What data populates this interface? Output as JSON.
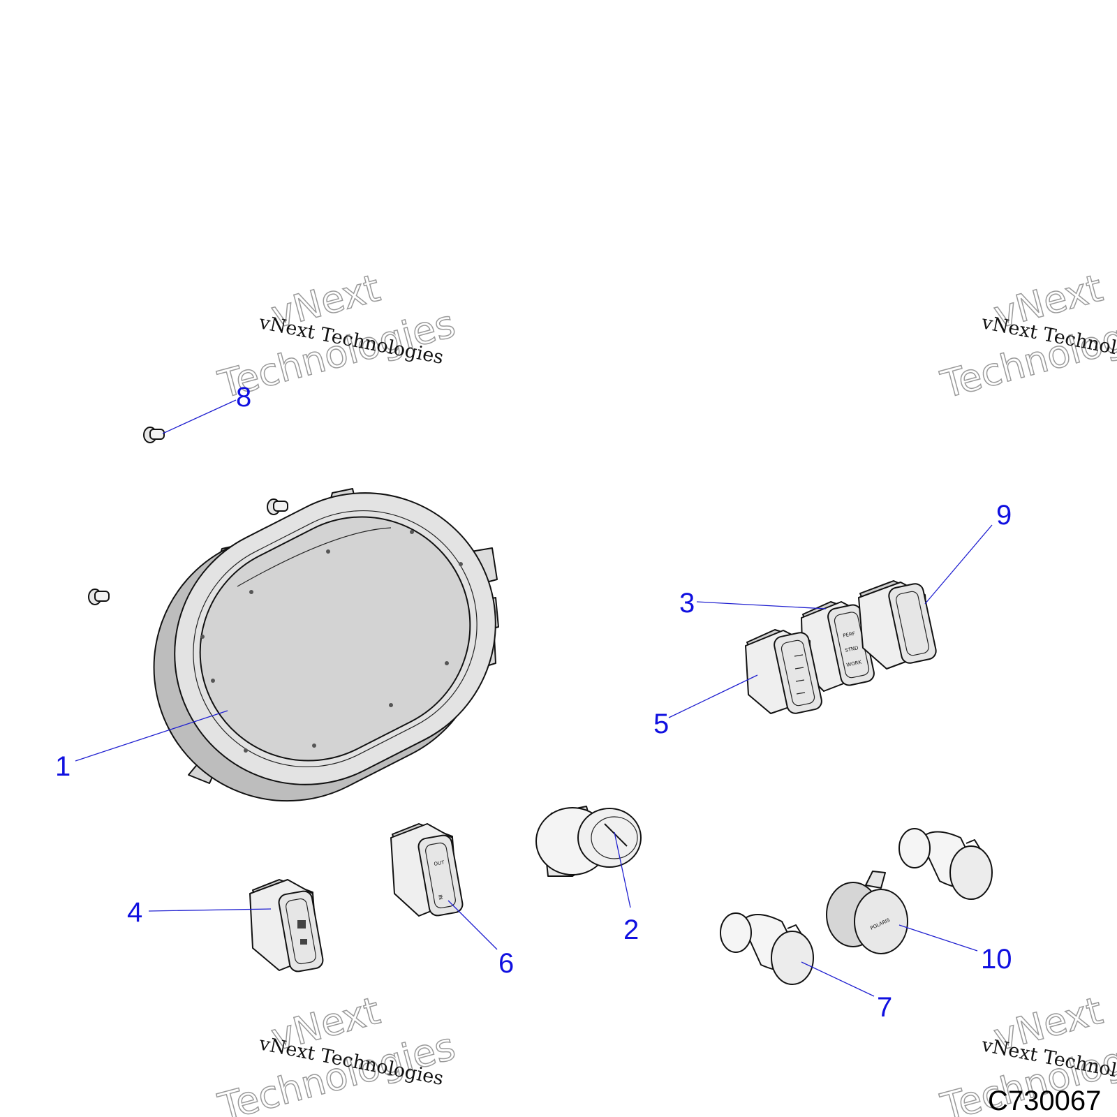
{
  "figure_id": "C730067",
  "watermark": {
    "line": "vNext Technologies",
    "word1": "vNext",
    "word2": "Technologies"
  },
  "callouts": [
    "1",
    "2",
    "3",
    "4",
    "5",
    "6",
    "7",
    "8",
    "9",
    "10"
  ],
  "switch_legends": {
    "drive_mode": [
      "PERF",
      "STND",
      "WORK"
    ],
    "winch": [
      "OUT",
      "IN"
    ],
    "socket_brand": "POLARIS"
  },
  "colors": {
    "callout": "#1010e0",
    "leader": "#2020d0",
    "part_fill": "#d3d3d3",
    "line": "#111111"
  }
}
